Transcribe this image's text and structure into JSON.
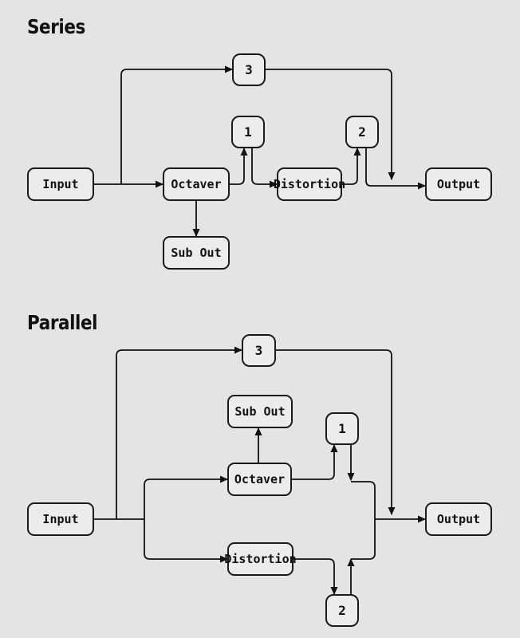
{
  "colors": {
    "background": "#e4e4e4",
    "stroke": "#111111",
    "box_fill": "#ececec"
  },
  "series": {
    "heading": "Series",
    "nodes": {
      "input": "Input",
      "octaver": "Octaver",
      "sub_out": "Sub Out",
      "distortion": "Distortion",
      "output": "Output",
      "send_1": "1",
      "send_2": "2",
      "send_3": "3"
    }
  },
  "parallel": {
    "heading": "Parallel",
    "nodes": {
      "input": "Input",
      "octaver": "Octaver",
      "sub_out": "Sub Out",
      "distortion": "Distortion",
      "output": "Output",
      "send_1": "1",
      "send_2": "2",
      "send_3": "3"
    }
  }
}
